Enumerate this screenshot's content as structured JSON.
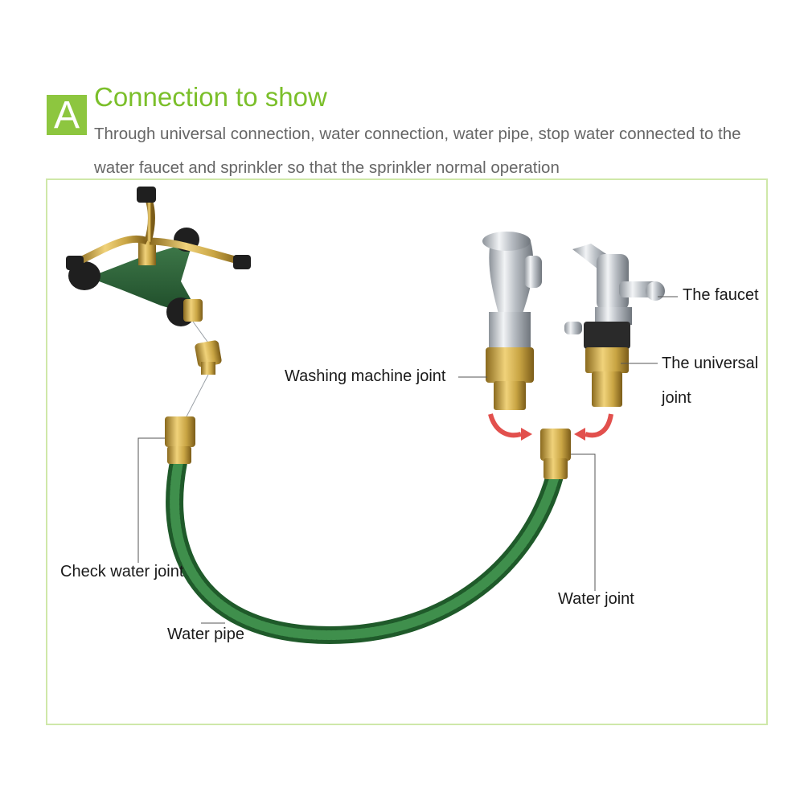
{
  "header": {
    "badge_letter": "A",
    "title": "Connection to show",
    "description": "Through universal connection, water connection, water pipe, stop water connected to the water faucet and sprinkler so that the sprinkler normal operation"
  },
  "labels": {
    "faucet": "The faucet",
    "universal_joint_line1": "The universal",
    "universal_joint_line2": "joint",
    "washing_machine_joint": "Washing machine joint",
    "check_water_joint": "Check water joint",
    "water_joint": "Water joint",
    "water_pipe": "Water pipe"
  },
  "colors": {
    "accent_green": "#8dc63f",
    "frame_border": "#cfe8a9",
    "hose_green": "#2e7d3a",
    "brass": "#c9a544",
    "chrome": "#c8ccd1",
    "arrow_red": "#e2504d"
  }
}
